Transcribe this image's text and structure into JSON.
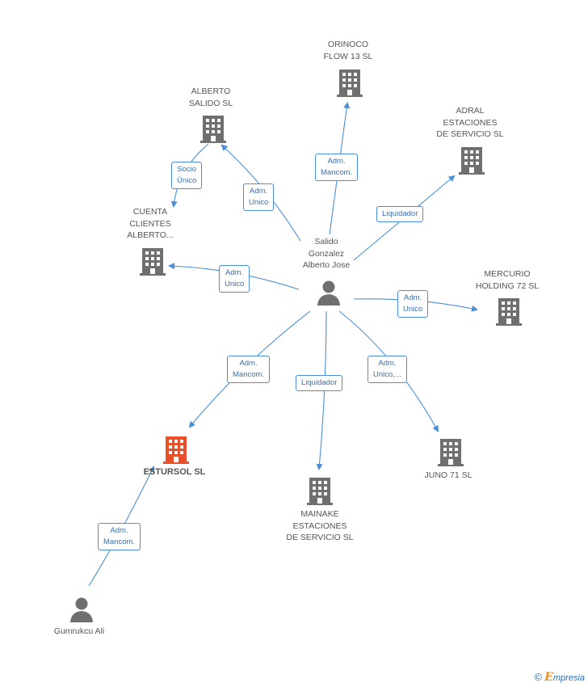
{
  "nodes": {
    "orinoco": {
      "lines": [
        "ORINOCO",
        "FLOW 13 SL"
      ]
    },
    "alberto_salido": {
      "lines": [
        "ALBERTO",
        "SALIDO SL"
      ]
    },
    "adral": {
      "lines": [
        "ADRAL",
        "ESTACIONES",
        "DE SERVICIO  SL"
      ]
    },
    "cuenta": {
      "lines": [
        "CUENTA",
        "CLIENTES",
        "ALBERTO..."
      ]
    },
    "salido": {
      "lines": [
        "Salido",
        "Gonzalez",
        "Alberto Jose"
      ]
    },
    "mercurio": {
      "lines": [
        "MERCURIO",
        "HOLDING 72 SL"
      ]
    },
    "estursol": {
      "lines": [
        "ESTURSOL SL"
      ]
    },
    "juno": {
      "lines": [
        "JUNO 71 SL"
      ]
    },
    "mainake": {
      "lines": [
        "MAINAKE",
        "ESTACIONES",
        "DE SERVICIO SL"
      ]
    },
    "gumrukcu": {
      "lines": [
        "Gumrukcu Ali"
      ]
    }
  },
  "relations": {
    "socio_unico": [
      "Socio",
      "Único"
    ],
    "adm_unico_alberto": [
      "Adm.",
      "Unico"
    ],
    "adm_mancom_orinoco": [
      "Adm.",
      "Mancom."
    ],
    "liquidador_adral": [
      "Liquidador"
    ],
    "adm_unico_cuenta": [
      "Adm.",
      "Unico"
    ],
    "adm_unico_mercurio": [
      "Adm.",
      "Unico"
    ],
    "adm_mancom_estursol": [
      "Adm.",
      "Mancom."
    ],
    "liquidador_mainake": [
      "Liquidador"
    ],
    "adm_unico_juno": [
      "Adm.",
      "Unico,..."
    ],
    "adm_mancom_gumrukcu": [
      "Adm.",
      "Mancom."
    ]
  },
  "colors": {
    "edge": "#4a8fd6",
    "building": "#6f6f6f",
    "building_highlight": "#e8502a",
    "person": "#6f6f6f"
  },
  "footer": {
    "copyright": "©",
    "brand_e": "E",
    "brand_rest": "mpresia"
  }
}
